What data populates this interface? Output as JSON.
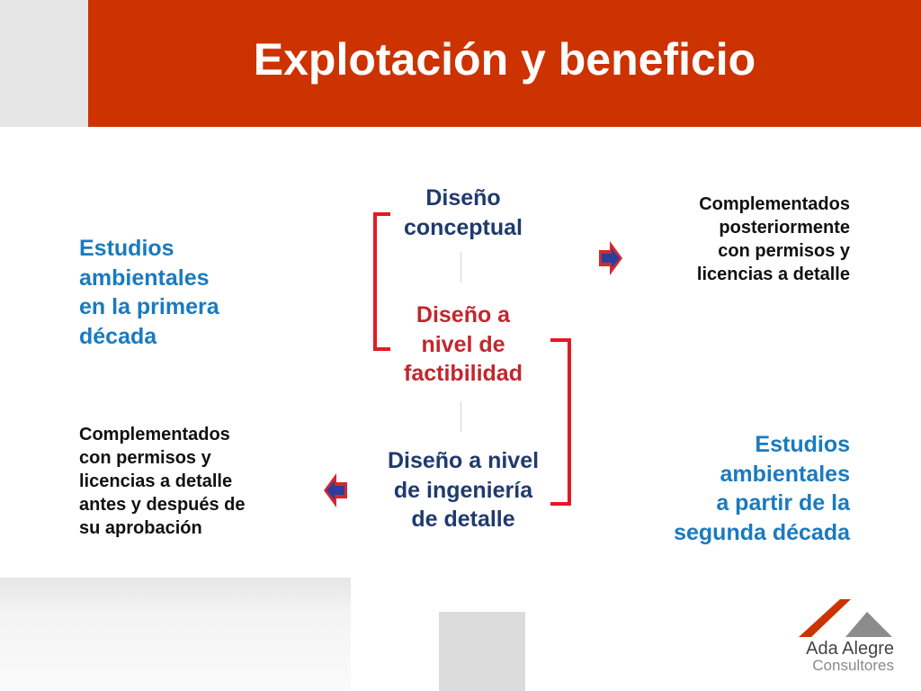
{
  "colors": {
    "header_red": "#cc3300",
    "dark_blue": "#1f3a6e",
    "light_blue": "#1a7abf",
    "red_text": "#c0272d",
    "bracket_red": "#e21a22",
    "arrow_red": "#d4282d",
    "arrow_blue": "#2c3e9c"
  },
  "title": "Explotación y beneficio",
  "left_top": "Estudios\nambientales\nen la primera\ndécada",
  "left_bottom": "Complementados\ncon permisos y\nlicencias a detalle\nantes y después de\nsu aprobación",
  "center": {
    "stage1": "Diseño\nconceptual",
    "stage2": "Diseño a\nnivel de\nfactibilidad",
    "stage3": "Diseño a nivel\nde ingeniería\nde detalle"
  },
  "right_top": "Complementados\nposteriormente\ncon permisos y\nlicencias a detalle",
  "right_bottom": "Estudios\nambientales\na partir de la\nsegunda década",
  "icons": {
    "top_arrow": "arrow-right-icon",
    "bottom_arrow": "arrow-left-icon",
    "logo": "ada-alegre-logo"
  },
  "logo": {
    "name": "Ada Alegre",
    "subtitle": "Consultores"
  }
}
